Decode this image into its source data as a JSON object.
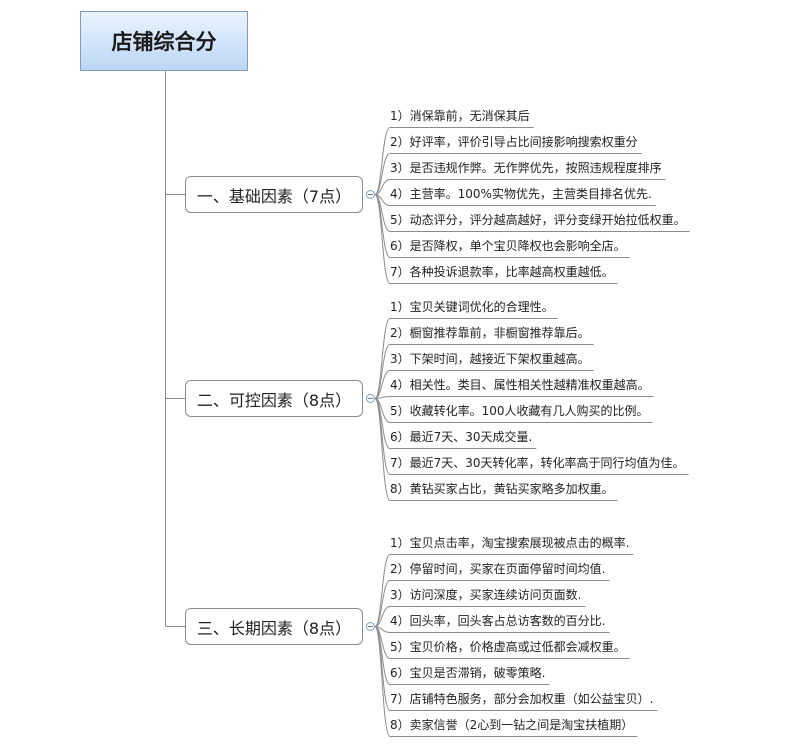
{
  "root": {
    "title": "店铺综合分"
  },
  "categories": [
    {
      "label": "一、基础因素（7点）",
      "items": [
        "1）消保靠前，无消保其后",
        "2）好评率，评价引导占比间接影响搜索权重分",
        "3）是否违规作弊。无作弊优先，按照违规程度排序",
        "4）主营率。100%实物优先，主营类目排名优先.",
        "5）动态评分，评分越高越好，评分变绿开始拉低权重。",
        "6）是否降权，单个宝贝降权也会影响全店。",
        "7）各种投诉退款率，比率越高权重越低。"
      ]
    },
    {
      "label": "二、可控因素（8点）",
      "items": [
        "1）宝贝关键词优化的合理性。",
        "2）橱窗推荐靠前，非橱窗推荐靠后。",
        "3）下架时间，越接近下架权重越高。",
        "4）相关性。类目、属性相关性越精准权重越高。",
        "5）收藏转化率。100人收藏有几人购买的比例。",
        "6）最近7天、30天成交量.",
        "7）最近7天、30天转化率，转化率高于同行均值为佳。",
        "8）黄钻买家占比，黄钻买家略多加权重。"
      ]
    },
    {
      "label": "三、长期因素（8点）",
      "items": [
        "1）宝贝点击率，淘宝搜索展现被点击的概率.",
        "2）停留时间，买家在页面停留时间均值.",
        "3）访问深度，买家连续访问页面数.",
        "4）回头率，回头客占总访客数的百分比.",
        "5）宝贝价格，价格虚高或过低都会减权重。",
        "6）宝贝是否滞销，破零策略.",
        "7）店铺特色服务，部分会加权重（如公益宝贝）.",
        "8）卖家信誉（2心到一钻之间是淘宝扶植期）"
      ]
    }
  ]
}
